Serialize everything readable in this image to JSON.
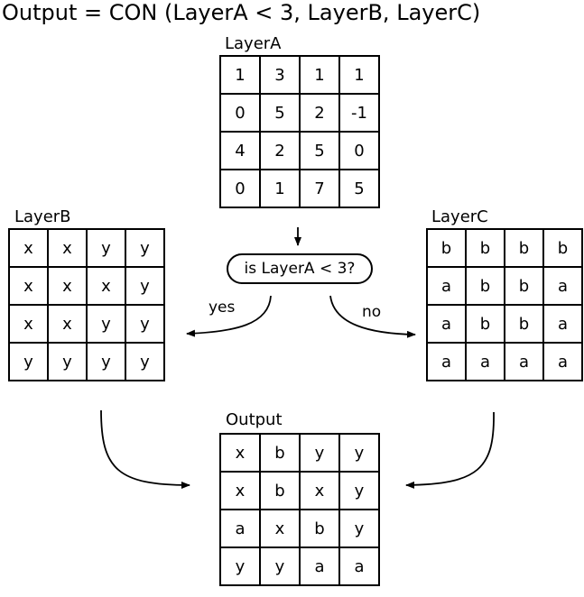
{
  "title": "Output = CON (LayerA < 3, LayerB, LayerC)",
  "decision_text": "is LayerA < 3?",
  "yes_label": "yes",
  "no_label": "no",
  "grids": {
    "layerA": {
      "label": "LayerA",
      "rows": [
        [
          "1",
          "3",
          "1",
          "1"
        ],
        [
          "0",
          "5",
          "2",
          "-1"
        ],
        [
          "4",
          "2",
          "5",
          "0"
        ],
        [
          "0",
          "1",
          "7",
          "5"
        ]
      ]
    },
    "layerB": {
      "label": "LayerB",
      "rows": [
        [
          "x",
          "x",
          "y",
          "y"
        ],
        [
          "x",
          "x",
          "x",
          "y"
        ],
        [
          "x",
          "x",
          "y",
          "y"
        ],
        [
          "y",
          "y",
          "y",
          "y"
        ]
      ]
    },
    "layerC": {
      "label": "LayerC",
      "rows": [
        [
          "b",
          "b",
          "b",
          "b"
        ],
        [
          "a",
          "b",
          "b",
          "a"
        ],
        [
          "a",
          "b",
          "b",
          "a"
        ],
        [
          "a",
          "a",
          "a",
          "a"
        ]
      ]
    },
    "output": {
      "label": "Output",
      "rows": [
        [
          "x",
          "b",
          "y",
          "y"
        ],
        [
          "x",
          "b",
          "x",
          "y"
        ],
        [
          "a",
          "x",
          "b",
          "y"
        ],
        [
          "y",
          "y",
          "a",
          "a"
        ]
      ]
    }
  }
}
